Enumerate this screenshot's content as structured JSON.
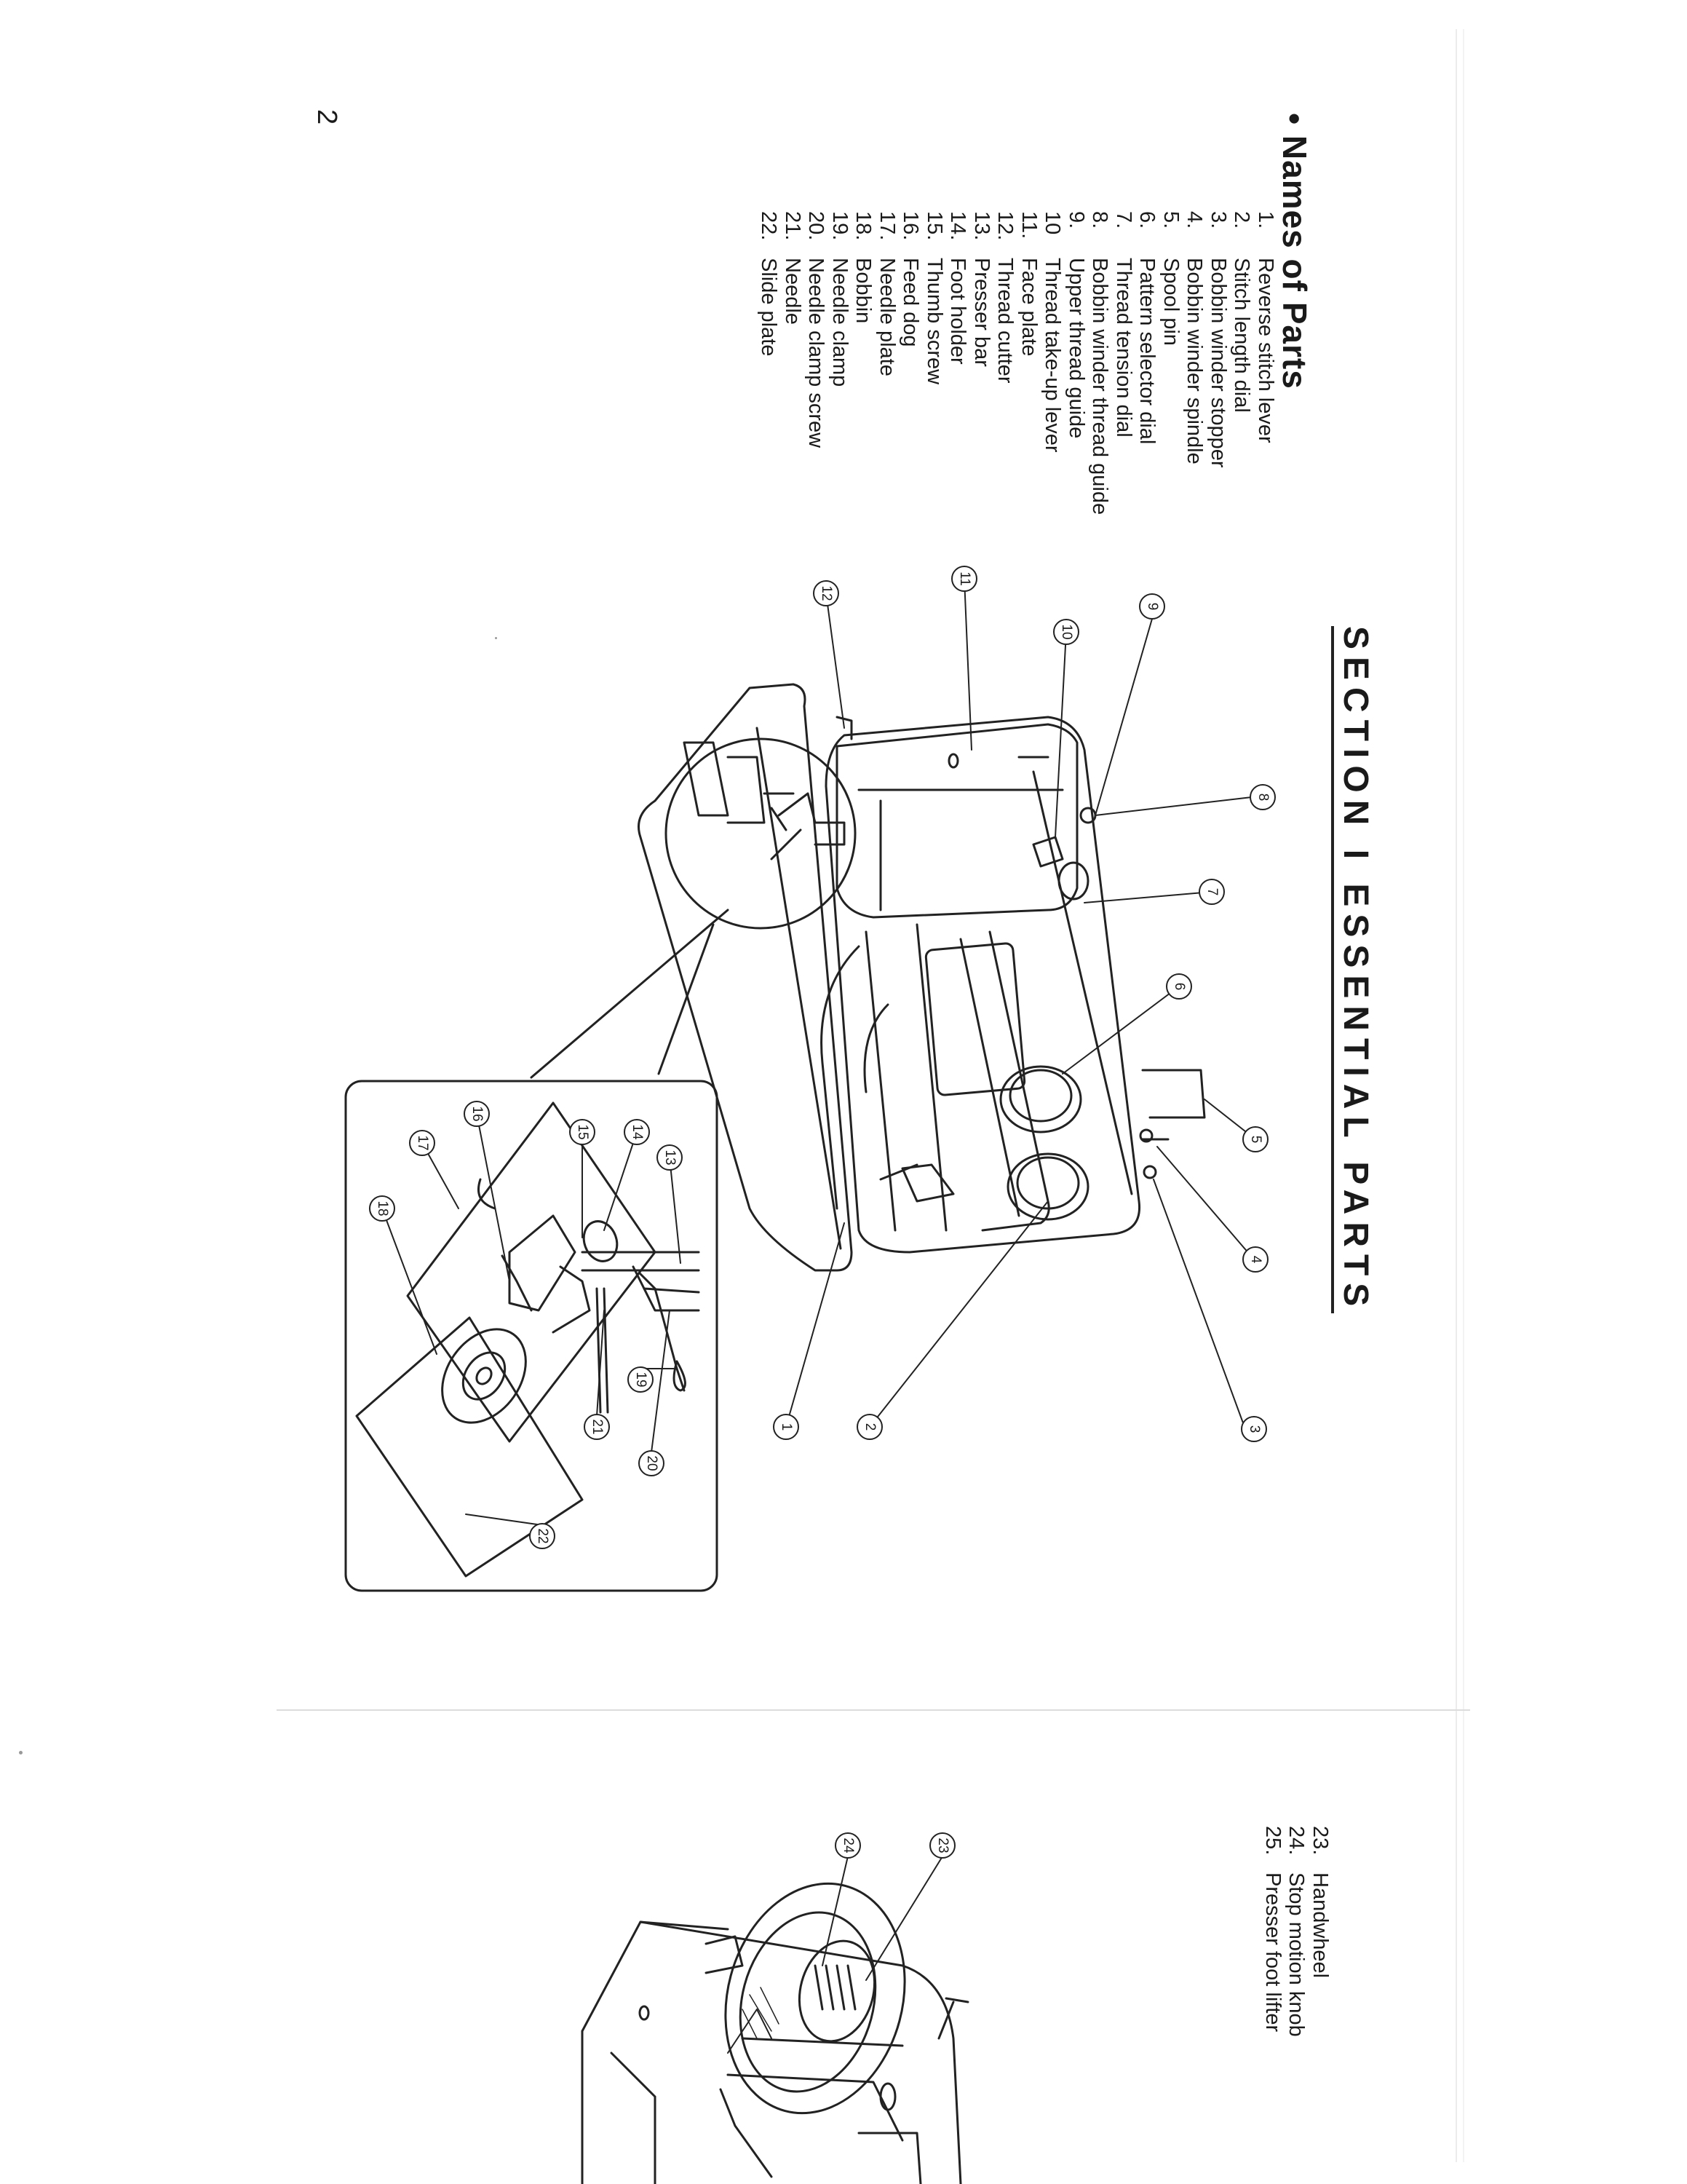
{
  "page": {
    "number": "2"
  },
  "section": {
    "title": "SECTION I ESSENTIAL PARTS"
  },
  "names_heading": "• Names of Parts",
  "parts": [
    {
      "num": "1.",
      "name": "Reverse stitch lever"
    },
    {
      "num": "2.",
      "name": "Stitch length dial"
    },
    {
      "num": "3.",
      "name": "Bobbin winder stopper"
    },
    {
      "num": "4.",
      "name": "Bobbin winder spindle"
    },
    {
      "num": "5.",
      "name": "Spool pin"
    },
    {
      "num": "6.",
      "name": "Pattern selector dial"
    },
    {
      "num": "7.",
      "name": "Thread tension dial"
    },
    {
      "num": "8.",
      "name": "Bobbin winder thread guide"
    },
    {
      "num": "9.",
      "name": "Upper thread guide"
    },
    {
      "num": "10",
      "name": "Thread take-up lever"
    },
    {
      "num": "11.",
      "name": "Face plate"
    },
    {
      "num": "12.",
      "name": "Thread cutter"
    },
    {
      "num": "13.",
      "name": "Presser bar"
    },
    {
      "num": "14.",
      "name": "Foot holder"
    },
    {
      "num": "15.",
      "name": "Thumb screw"
    },
    {
      "num": "16.",
      "name": "Feed dog"
    },
    {
      "num": "17.",
      "name": "Needle plate"
    },
    {
      "num": "18.",
      "name": "Bobbin"
    },
    {
      "num": "19.",
      "name": "Needle clamp"
    },
    {
      "num": "20.",
      "name": "Needle clamp screw"
    },
    {
      "num": "21.",
      "name": "Needle"
    },
    {
      "num": "22.",
      "name": "Slide plate"
    }
  ],
  "parts_second_page": [
    {
      "num": "23.",
      "name": "Handwheel"
    },
    {
      "num": "24.",
      "name": "Stop motion knob"
    },
    {
      "num": "25.",
      "name": "Presser foot lifter"
    }
  ],
  "callouts": [
    "1",
    "2",
    "3",
    "4",
    "5",
    "6",
    "7",
    "8",
    "9",
    "10",
    "11",
    "12",
    "13",
    "14",
    "15",
    "16",
    "17",
    "18",
    "19",
    "20",
    "21",
    "22",
    "23",
    "24"
  ]
}
